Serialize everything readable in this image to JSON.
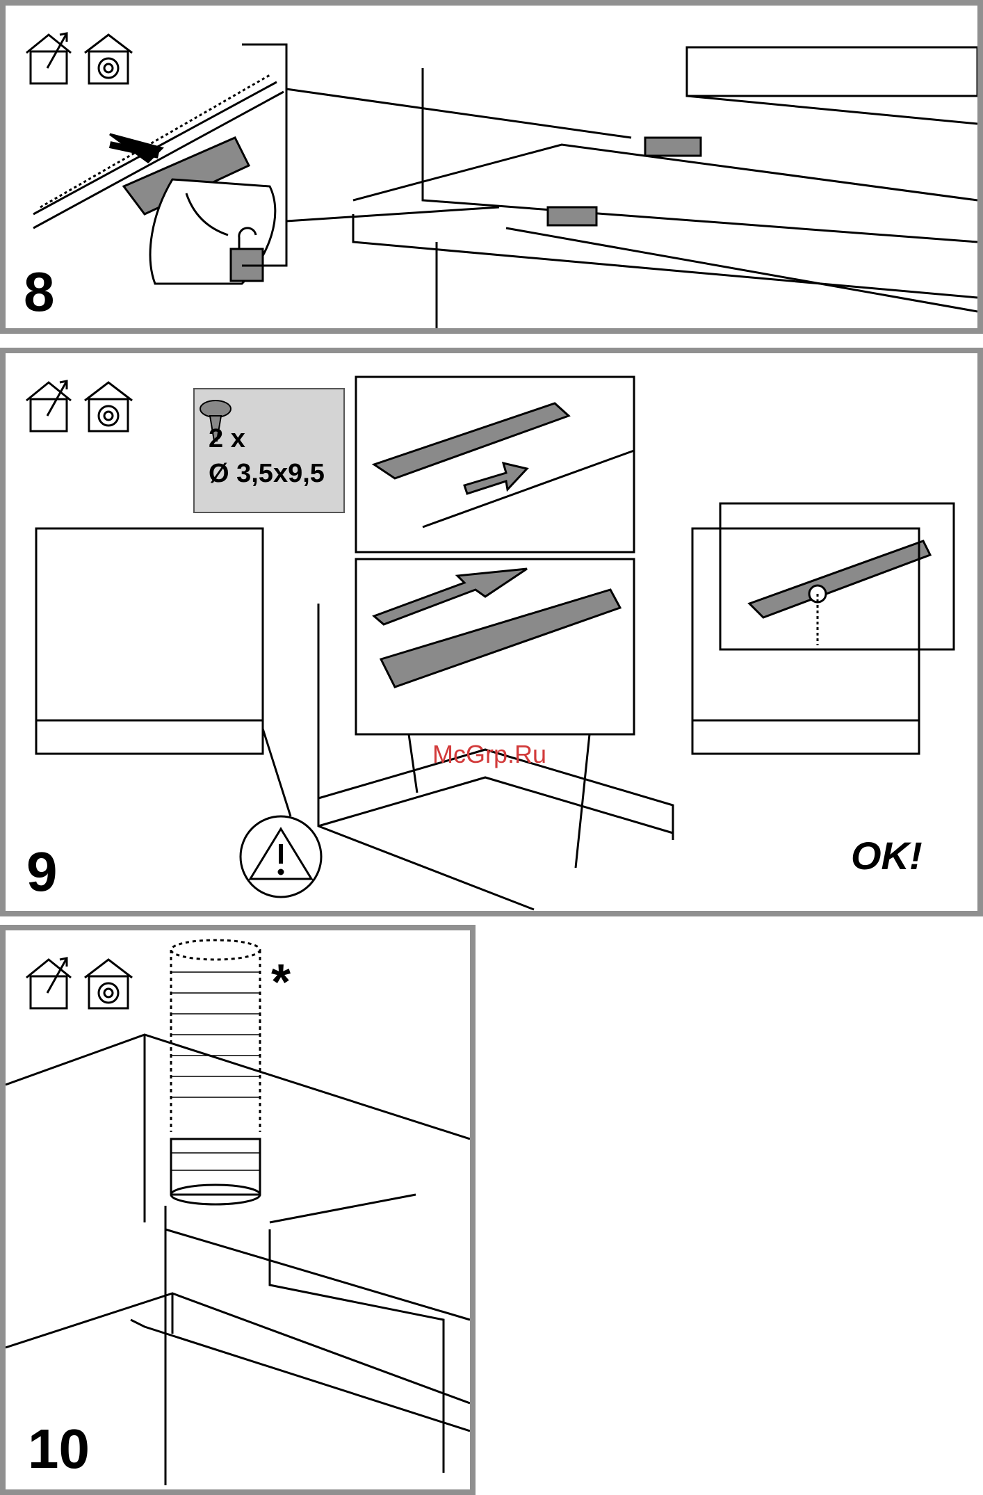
{
  "steps": [
    {
      "number": "8"
    },
    {
      "number": "9"
    },
    {
      "number": "10"
    }
  ],
  "step9": {
    "screw_quantity": "2 x",
    "screw_size": "Ø 3,5x9,5",
    "ok_label": "OK!"
  },
  "step10": {
    "asterisk": "*"
  },
  "watermark": "McGrp.Ru",
  "icons": [
    "ducted-exhaust-icon",
    "recirculation-icon",
    "unlock-icon",
    "warning-icon",
    "screw-icon"
  ],
  "colors": {
    "frame": "#909090",
    "part_gray": "#8a8a8a",
    "spec_bg": "#d4d4d4",
    "watermark": "#d23a3a"
  }
}
